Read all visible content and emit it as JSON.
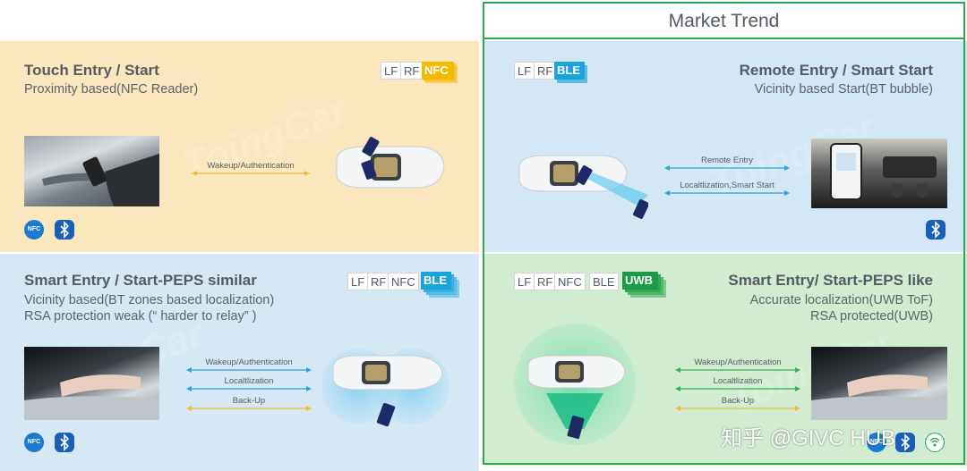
{
  "header": {
    "market_trend": "Market Trend"
  },
  "panels": {
    "touch": {
      "title": "Touch Entry / Start",
      "subtitle": "Proximity based(NFC Reader)",
      "tags": [
        "LF",
        "RF",
        "NFC"
      ],
      "arrows": [
        "Wakeup/Authentication"
      ],
      "icons": [
        "nfc-icon",
        "bluetooth-icon"
      ]
    },
    "peps_similar": {
      "title": "Smart Entry / Start-PEPS similar",
      "subtitle_lines": [
        "Vicinity based(BT zones based localization)",
        "RSA protection weak (“ harder to relay” )"
      ],
      "tags": [
        "LF",
        "RF",
        "NFC",
        "BLE"
      ],
      "arrows": [
        "Wakeup/Authentication",
        "Localtlization",
        "Back-Up"
      ],
      "icons": [
        "nfc-icon",
        "bluetooth-icon"
      ]
    },
    "remote": {
      "title": "Remote Entry / Smart Start",
      "subtitle": "Vicinity based Start(BT bubble)",
      "tags": [
        "LF",
        "RF",
        "BLE"
      ],
      "arrows": [
        "Remote Entry",
        "Localtlization,Smart Start"
      ],
      "icons": [
        "bluetooth-icon"
      ]
    },
    "peps_like": {
      "title": "Smart Entry/ Start-PEPS like",
      "subtitle_lines": [
        "Accurate localization(UWB ToF)",
        "RSA protected(UWB)"
      ],
      "tags": [
        "LF",
        "RF",
        "NFC",
        "BLE",
        "UWB"
      ],
      "arrows": [
        "Wakeup/Authentication",
        "Localtlization",
        "Back-Up"
      ],
      "icons": [
        "nfc-icon",
        "bluetooth-icon",
        "uwb-icon"
      ]
    }
  },
  "colors": {
    "trend_border": "#2aa84a",
    "nfc_tag": "#f3b800",
    "ble_tag": "#1ba3dc",
    "uwb_tag": "#1f9b45",
    "arrow_yellow": "#f2b93b",
    "arrow_blue": "#27a6dd",
    "arrow_green": "#2fb35a"
  },
  "watermark": {
    "site": "知乎",
    "handle": "@GIVC HUB"
  }
}
